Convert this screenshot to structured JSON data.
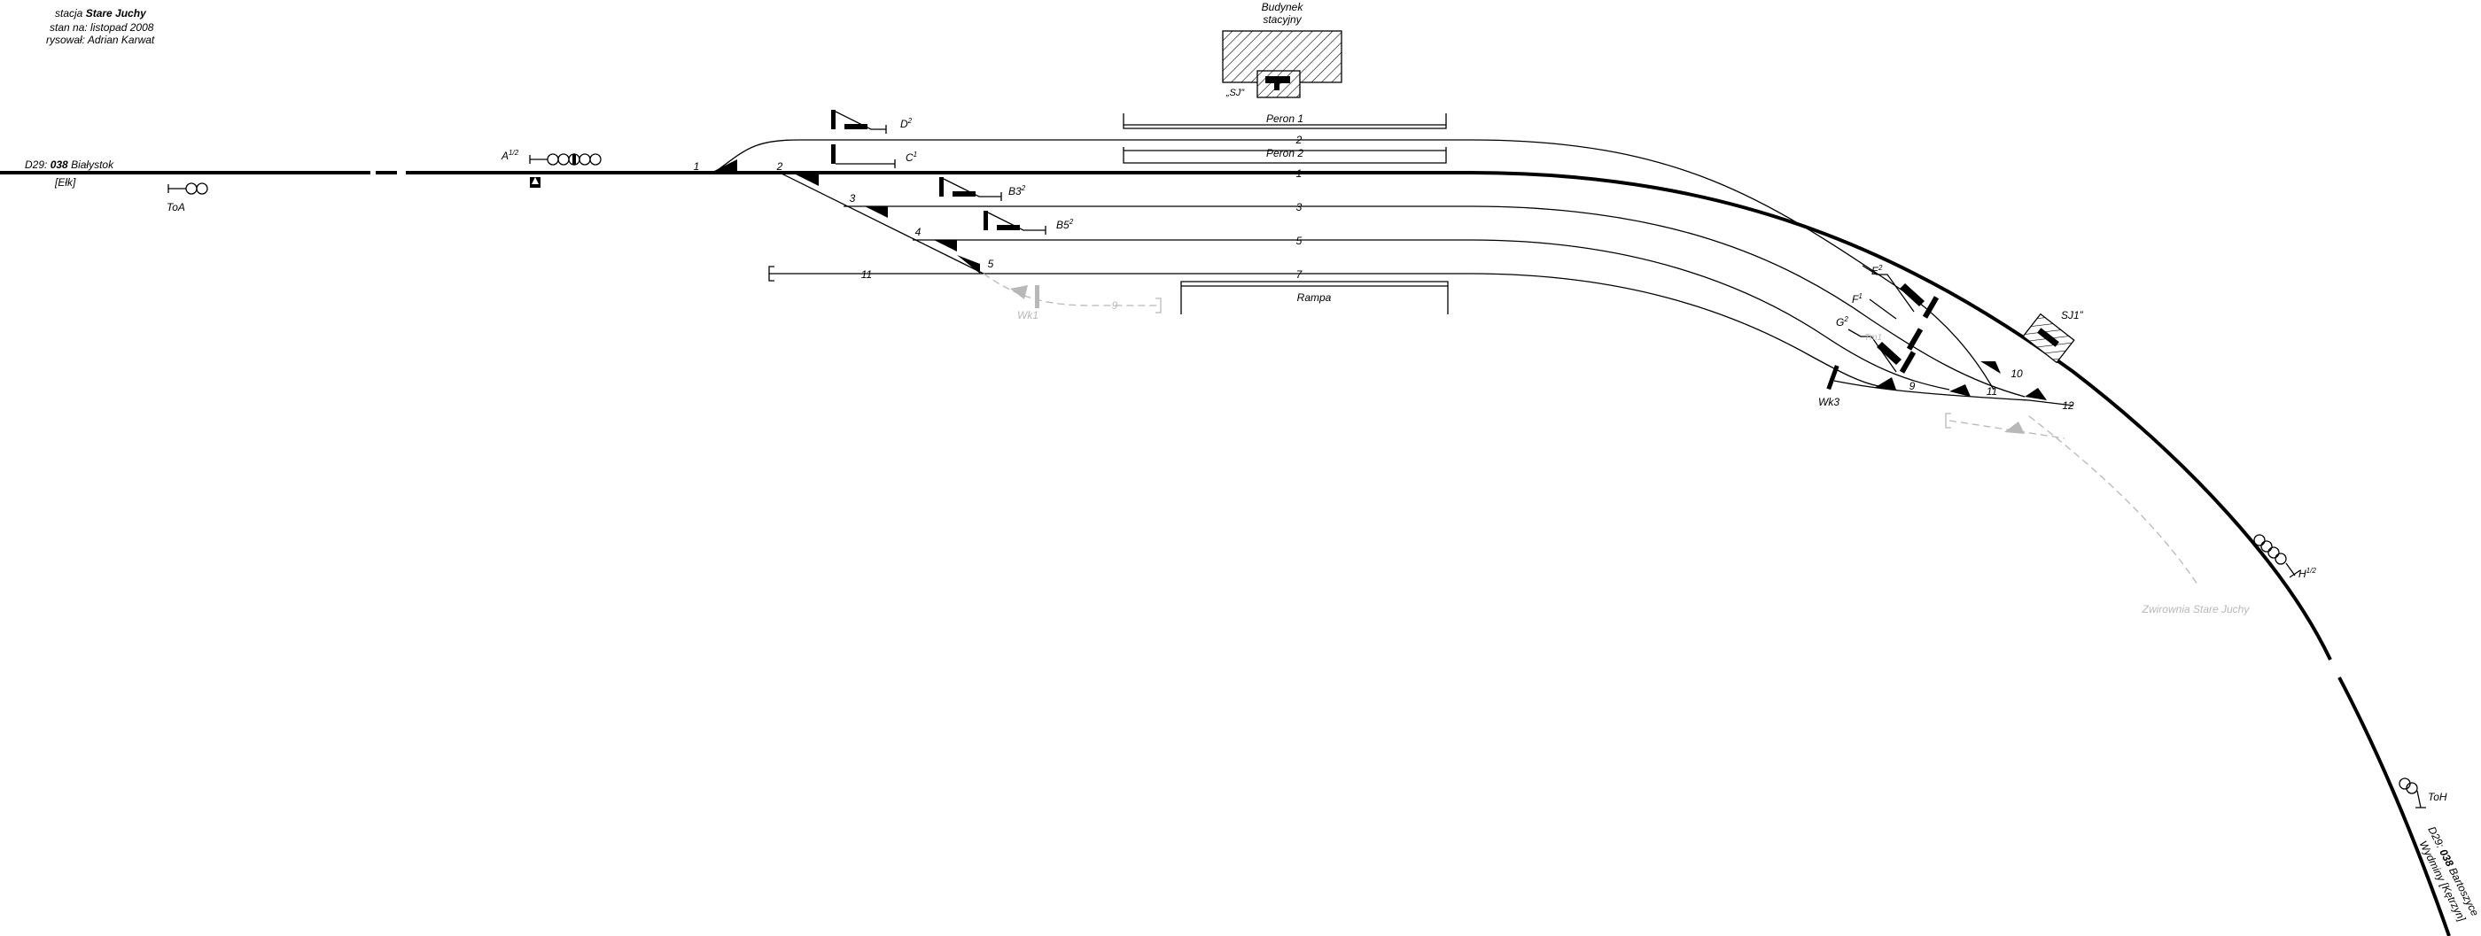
{
  "header": {
    "station_prefix": "stacja",
    "station_name": "Stare Juchy",
    "status": "stan na: listopad 2008",
    "author": "rysował: Adrian Karwat"
  },
  "line_west": {
    "code": "D29:",
    "number": "038",
    "destination": "Białystok",
    "bracket": "[Ełk]"
  },
  "line_south": {
    "code": "D29:",
    "number": "038",
    "destination": "Bartoszyce",
    "bracket": "Wydminy [Kętrzyn]"
  },
  "building": {
    "title_line1": "Budynek",
    "title_line2": "stacyjny",
    "post_label": "„SJ”"
  },
  "signal_box": {
    "label": "SJ1”"
  },
  "platforms": {
    "peron1": "Peron 1",
    "peron2": "Peron 2",
    "rampa": "Rampa"
  },
  "tracks": {
    "t1": "1",
    "t2": "2",
    "t3": "3",
    "t5": "5",
    "t7": "7",
    "t11": "11",
    "t9": "9",
    "t11b": "11",
    "t12": "12",
    "t9_faded": "9"
  },
  "switches": {
    "s1": "1",
    "s2": "2",
    "s3": "3",
    "s4": "4",
    "s5": "5",
    "s9": "9",
    "s10": "10"
  },
  "signals": {
    "A": {
      "base": "A",
      "sup": "1/2"
    },
    "D": {
      "base": "D",
      "sup": "2"
    },
    "C": {
      "base": "C",
      "sup": "1"
    },
    "B3": {
      "base": "B3",
      "sup": "2"
    },
    "B5": {
      "base": "B5",
      "sup": "2"
    },
    "E": {
      "base": "E",
      "sup": "2"
    },
    "F": {
      "base": "F",
      "sup": "1"
    },
    "G": {
      "base": "G",
      "sup": "2"
    },
    "H": {
      "base": "H",
      "sup": "1/2"
    },
    "ToA": {
      "base": "ToA",
      "sup": ""
    },
    "ToH": {
      "base": "ToH",
      "sup": ""
    },
    "Tm1": {
      "base": "Tm1",
      "sup": ""
    }
  },
  "derails": {
    "wk1": "Wk1",
    "wk3": "Wk3"
  },
  "siding": {
    "label": "Zwirownia Stare Juchy"
  },
  "colors": {
    "track": "#000000",
    "faded": "#b8b8b8",
    "hatch": "#000000"
  }
}
